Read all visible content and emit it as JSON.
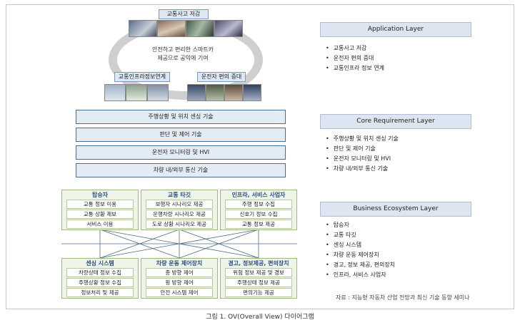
{
  "application": {
    "top_label": "교통사고 저감",
    "center_text_line1": "안전하고 편리한 스마트카",
    "center_text_line2": "제공으로 공익에 기여",
    "left_label": "교통인프라정보연계",
    "right_label": "운전자 편의 증대"
  },
  "core_layers": [
    "주행상황 및 위치 센싱 기술",
    "판단 및 제어 기술",
    "운전자 모니터링 및 HVI",
    "차량 내/외부 통신 기술"
  ],
  "business_top": [
    {
      "title": "탑승자",
      "items": [
        "교통 정보 이용",
        "교통 상황 제보",
        "서비스 이용"
      ]
    },
    {
      "title": "교통 타깃",
      "items": [
        "보행자 시나리오 제공",
        "운행차량 시나리오 제공",
        "도로 상황 시나리오 제공"
      ]
    },
    {
      "title": "인프라, 서비스 사업자",
      "items": [
        "주행 정보 수집",
        "신호기 정보 수집",
        "교통 정보 제공"
      ]
    }
  ],
  "business_bottom": [
    {
      "title": "센싱 시스템",
      "items": [
        "차량상태 정보 수집",
        "주행상황 정보 수집",
        "정보처리 및 제공"
      ]
    },
    {
      "title": "차량 운동 제어장치",
      "items": [
        "종 방향 제어",
        "횡 방향 제어",
        "안전 시스템 제어"
      ]
    },
    {
      "title": "경고, 정보제공, 편의장치",
      "items": [
        "위험 정보 제공 및 경보",
        "주행상태 정보 제공",
        "편의기능 제공"
      ]
    }
  ],
  "right_panel": {
    "application": {
      "title": "Application Layer",
      "items": [
        "교통사고 저감",
        "운전자 편의 증대",
        "교통인프라 정보 연계"
      ]
    },
    "core": {
      "title": "Core Requirement Layer",
      "items": [
        "주행상황 및 위치 센싱 기술",
        "판단 및 제어 기술",
        "운전자 모니터링 및 HVI",
        "차량 내/외부 통신 기술"
      ]
    },
    "business": {
      "title": "Business Ecosystem Layer",
      "items": [
        "탑승자",
        "교통 타깃",
        "센싱 시스템",
        "차량 운동 제어장치",
        "경고, 정보 제공, 편의장치",
        "인프라, 서비스 사업자"
      ]
    }
  },
  "source_note": "자료 : 지능형 자동차 산업 전망과 최신 기술 동향 세미나",
  "caption": "그림 1. OV(Overall View) 다이어그램"
}
